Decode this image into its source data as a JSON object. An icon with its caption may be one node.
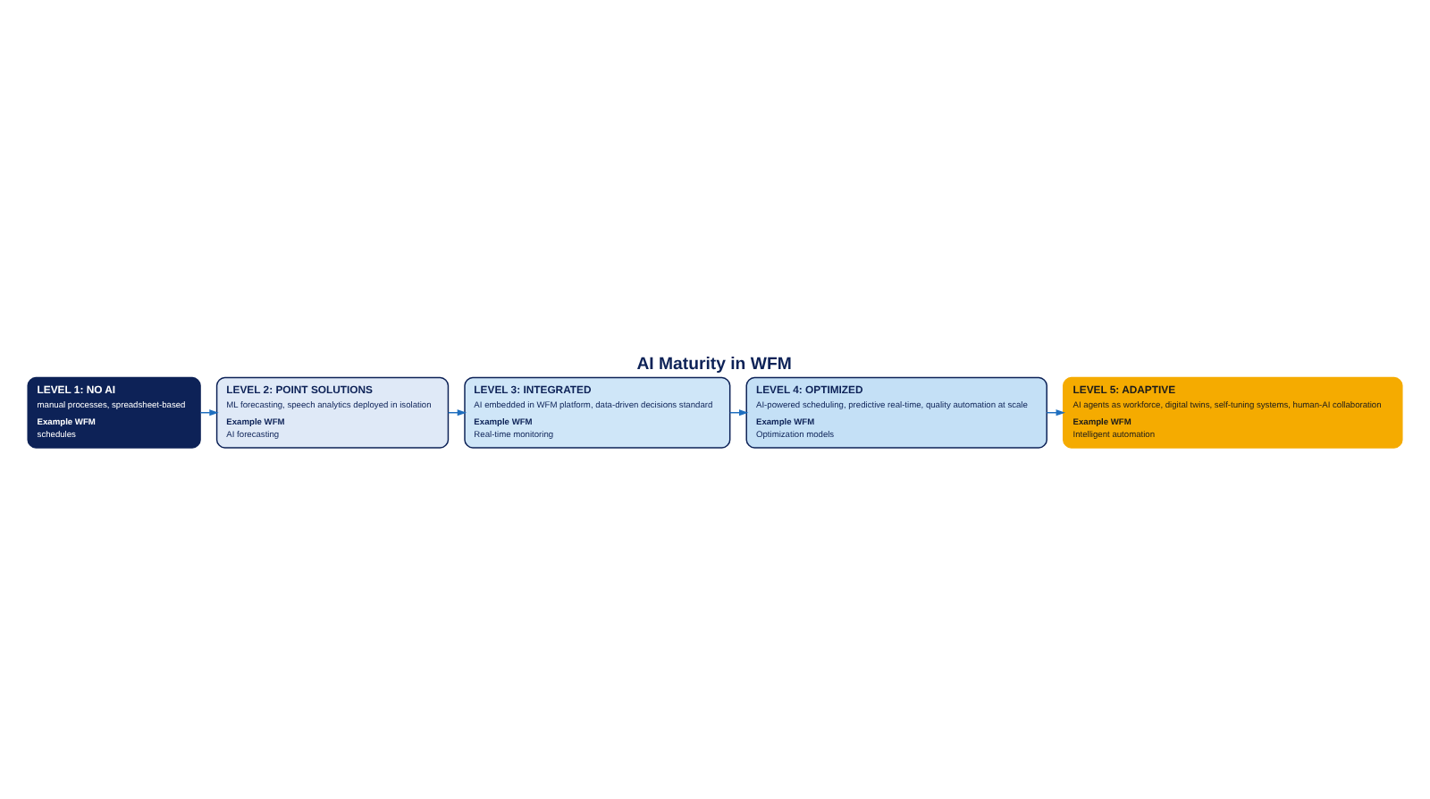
{
  "diagram": {
    "title": "AI Maturity in WFM",
    "nodes": [
      {
        "text": [
          "LEVEL 1: NO AI",
          "manual processes, spreadsheet-based",
          "Example WFM",
          "schedules"
        ]
      },
      {
        "text": [
          "LEVEL 2: POINT SOLUTIONS",
          "ML forecasting, speech analytics deployed in isolation",
          "Example WFM",
          "AI forecasting"
        ]
      },
      {
        "text": [
          "LEVEL 3: INTEGRATED",
          "AI embedded in WFM platform, data-driven decisions standard",
          "Example WFM",
          "Real-time monitoring"
        ]
      },
      {
        "text": [
          "LEVEL 4: OPTIMIZED",
          "AI-powered scheduling, predictive real-time, quality automation at scale",
          "Example WFM",
          "Optimization models"
        ]
      },
      {
        "text": [
          "LEVEL 5: ADAPTIVE",
          "AI agents as workforce, digital twins, self-tuning systems, human-AI collaboration",
          "Example WFM",
          "Intelligent automation"
        ]
      }
    ],
    "edges": [
      {
        "from": 0,
        "to": 1,
        "arrow": "to"
      },
      {
        "from": 1,
        "to": 2,
        "arrow": "to"
      },
      {
        "from": 2,
        "to": 3,
        "arrow": "to"
      },
      {
        "from": 3,
        "to": 4,
        "arrow": "to"
      }
    ]
  }
}
